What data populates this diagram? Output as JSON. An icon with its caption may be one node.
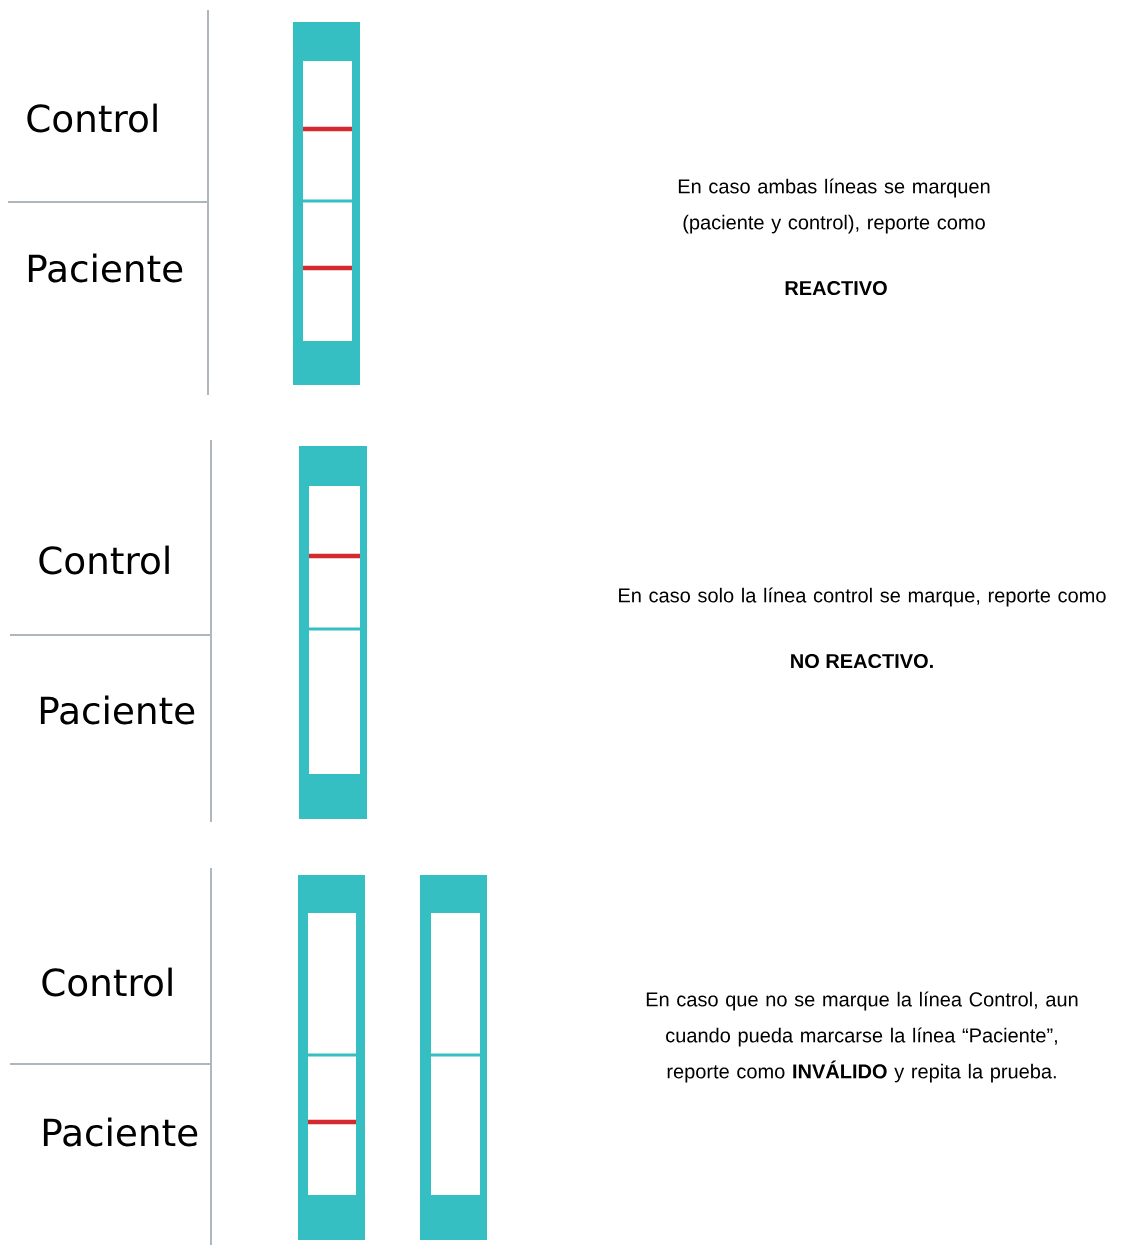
{
  "diagram": {
    "labels": [
      "Control",
      "Paciente",
      "En caso ambas líneas se marquen (paciente y control), reporte como",
      "REACTIVO",
      "Control",
      "Paciente",
      "En caso solo la línea control se marque, reporte como",
      "NO REACTIVO.",
      "Control",
      "Paciente",
      "En caso que no se marque la línea Control, aun cuando pueda marcarse la línea “Paciente”, reporte como **INVÁLIDO** y repita la prueba."
    ]
  }
}
